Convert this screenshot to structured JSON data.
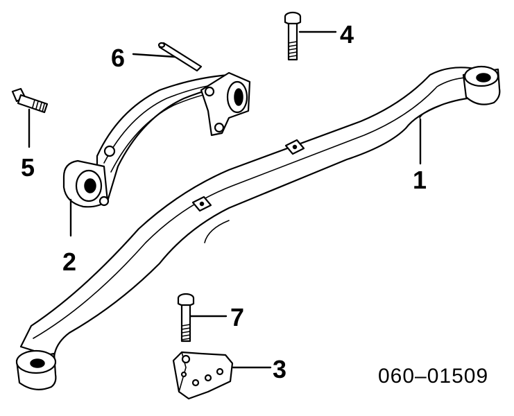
{
  "diagram": {
    "callouts": {
      "c1": "1",
      "c2": "2",
      "c3": "3",
      "c4": "4",
      "c5": "5",
      "c6": "6",
      "c7": "7"
    },
    "reference_code": "060–01509"
  },
  "colors": {
    "line": "#000000",
    "background": "#ffffff"
  }
}
